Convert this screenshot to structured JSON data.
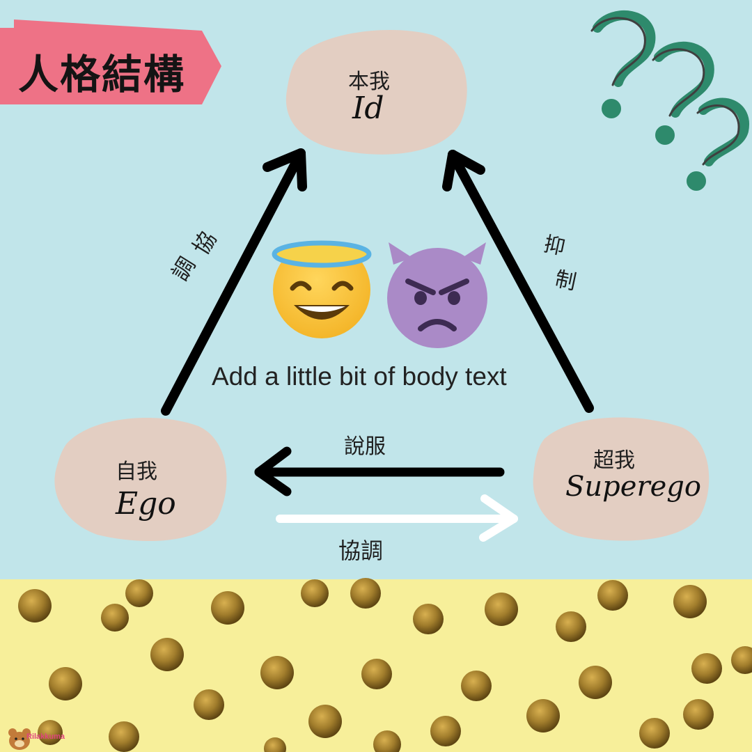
{
  "title": "人格結構",
  "nodes": {
    "id": {
      "zh": "本我",
      "en": "Id"
    },
    "ego": {
      "zh": "自我",
      "en": "Ego"
    },
    "superego": {
      "zh": "超我",
      "en": "Superego"
    }
  },
  "edges": {
    "ego_to_id": {
      "label_1": "協",
      "label_2": "調"
    },
    "superego_to_id": {
      "label_1": "抑",
      "label_2": "制"
    },
    "superego_to_ego": {
      "label": "說服"
    },
    "ego_to_superego": {
      "label": "協調"
    }
  },
  "body_text": "Add a little bit of body text",
  "decorations": {
    "emoji_left": "smiling-face-with-halo",
    "emoji_right": "angry-face-with-horns",
    "question_marks": "question-mark-icons"
  },
  "watermark": "Rilakkuma",
  "colors": {
    "background": "#c1e5ea",
    "title_banner": "#ee7286",
    "node_blob": "#e3cec2",
    "dots_band": "#f7ef9a",
    "gold_dot": "#a17d2c",
    "question_mark": "#2e8a6c"
  }
}
